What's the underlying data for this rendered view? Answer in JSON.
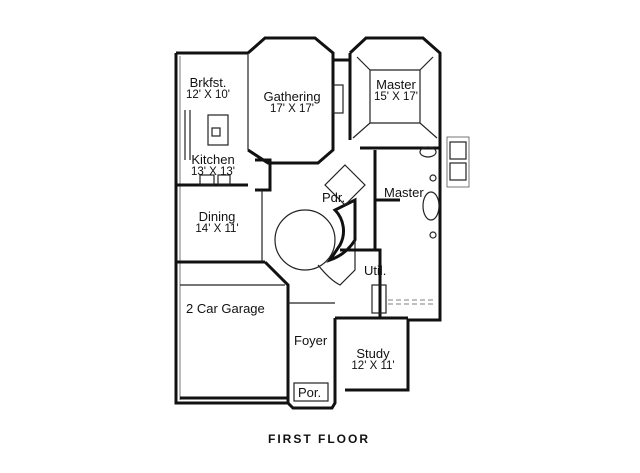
{
  "plan": {
    "title": "First Floor",
    "title_display": "FIRST FLOOR",
    "rooms": [
      {
        "id": "brkfst",
        "name": "Brkfst.",
        "size": "12' X 10'"
      },
      {
        "id": "gathering",
        "name": "Gathering",
        "size": "17' X 17'"
      },
      {
        "id": "master",
        "name": "Master",
        "size": "15' X 17'"
      },
      {
        "id": "kitchen",
        "name": "Kitchen",
        "size": "13' X 13'"
      },
      {
        "id": "pdr",
        "name": "Pdr.",
        "size": ""
      },
      {
        "id": "master-bath",
        "name": "Master",
        "size": ""
      },
      {
        "id": "dining",
        "name": "Dining",
        "size": "14' X 11'"
      },
      {
        "id": "util",
        "name": "Util.",
        "size": ""
      },
      {
        "id": "garage",
        "name": "2 Car Garage",
        "size": ""
      },
      {
        "id": "foyer",
        "name": "Foyer",
        "size": ""
      },
      {
        "id": "study",
        "name": "Study",
        "size": "12' X 11'"
      },
      {
        "id": "porch",
        "name": "Por.",
        "size": ""
      }
    ]
  }
}
